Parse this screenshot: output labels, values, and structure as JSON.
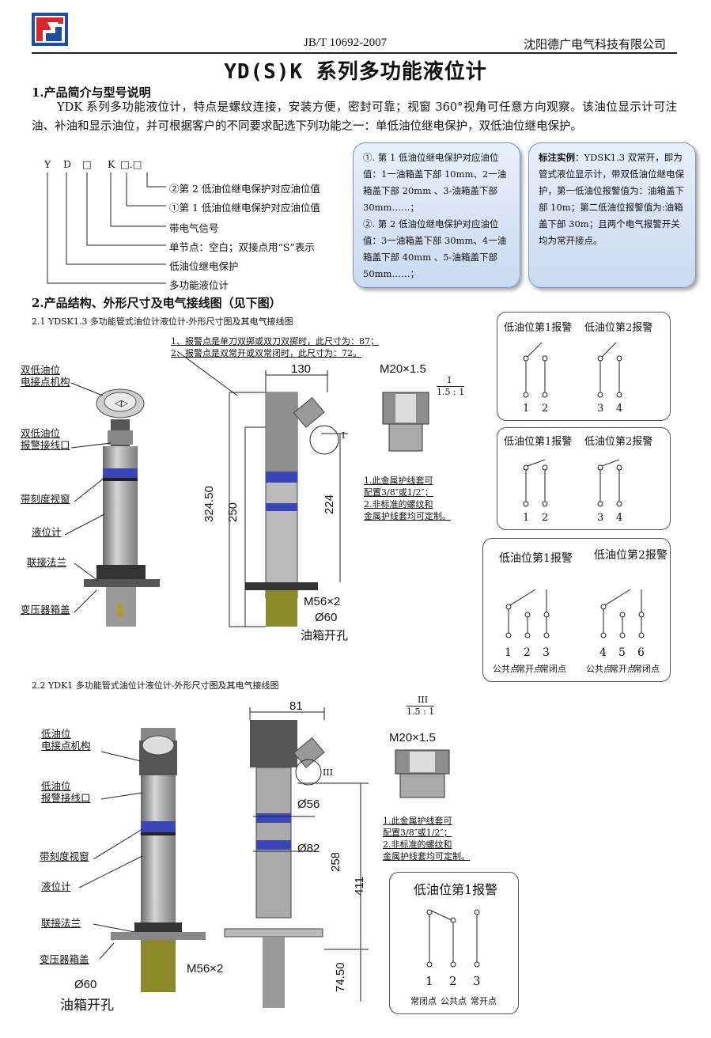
{
  "header": {
    "standard": "JB/T 10692-2007",
    "company": "沈阳德广电气科技有限公司",
    "logo_colors": {
      "red": "#d9262c",
      "blue": "#1d4fa0"
    }
  },
  "title": "YD(S)K 系列多功能液位计",
  "section1": {
    "heading": "1.产品简介与型号说明",
    "intro": "YDK 系列多功能液位计，特点是螺纹连接，安装方便，密封可靠；视窗 360°视角可任意方向观察。该油位显示计可注油、补油和显示油位，并可根据客户的不同要求配选下列功能之一：单低油位继电保护，双低油位继电保护。",
    "code_chars": [
      "Y",
      "D",
      "□",
      "K",
      "□.□"
    ],
    "code_labels": [
      "②第 2 低油位继电保护对应油位值",
      "①第 1 低油位继电保护对应油位值",
      "带电气信号",
      "单节点：空白；双接点用“S”表示",
      "低油位继电保护",
      "多功能液位计"
    ],
    "box1": [
      "①. 第 1 低油位继电保护对应油位值：1一油箱盖下部 10mm、2一油箱盖下部 20mm 、3-油箱盖下部 30mm……；",
      "②. 第 2 低油位继电保护对应油位值：3一油箱盖下部 30mm、4一油箱盖下部 40mm 、5-油箱盖下部 50mm……；"
    ],
    "box2_bold": "标注实例",
    "box2_text": "：YDSK1.3 双常开，即为管式液位显示计，带双低油位继电保护，第一低油位报警值为：油箱盖下部 10m；第二低油位报警值为:油箱盖下部 30m；且两个电气报警开关均为常开接点。"
  },
  "section2": {
    "heading": "2.产品结构、外形尺寸及电气接线图（见下图）",
    "sub1": {
      "caption": "2.1 YDSK1.3 多功能管式油位计液位计-外形尺寸图及其电气接线图",
      "notes": [
        "1、报警点是单刀双掷或双刀双掷时，此尺寸为：87；",
        "2、报警点是双常开或双常闭时，此尺寸为：72。"
      ],
      "labels": [
        "双低油位\n电接点机构",
        "双低油位\n报警接线口",
        "带刻度视窗",
        "液位计",
        "联接法兰",
        "变压器箱盖"
      ],
      "dims": {
        "width": "130",
        "h1": "324.50",
        "h2": "250",
        "h3": "224",
        "thread": "M56×2",
        "hole_dia": "Ø60",
        "hole_label": "油箱开孔",
        "detail_thread": "M20×1.5",
        "detail_id": "I",
        "detail_scale": "1.5 : 1",
        "callout": "I"
      },
      "detail_notes": [
        "1.此金属护线套可",
        "配置3/8″或1/2″；",
        "2.非标准的螺纹和",
        "金属护线套均可定制。"
      ],
      "wiring": [
        {
          "titles": [
            "低油位第1报警",
            "低油位第2报警"
          ],
          "numbers": [
            "1",
            "2",
            "3",
            "4"
          ]
        },
        {
          "titles": [
            "低油位第1报警",
            "低油位第2报警"
          ],
          "numbers": [
            "1",
            "2",
            "3",
            "4"
          ]
        },
        {
          "titles": [
            "低油位第1报警",
            "低油位第2报警"
          ],
          "numbers": [
            "1",
            "2",
            "3",
            "4",
            "5",
            "6"
          ],
          "captions": [
            "公共点",
            "常开点",
            "常闭点",
            "公共点",
            "常开点",
            "常闭点"
          ]
        }
      ]
    },
    "sub2": {
      "caption": "2.2 YDK1 多功能管式油位计液位计-外形尺寸图及其电气接线图",
      "labels": [
        "低油位\n电接点机构",
        "低油位\n报警接线口",
        "带刻度视窗",
        "液位计",
        "联接法兰",
        "变压器箱盖"
      ],
      "dims": {
        "width": "81",
        "d1": "Ø56",
        "d2": "Ø82",
        "h1": "411",
        "h2": "258",
        "h3": "74.50",
        "thread": "M56×2",
        "hole_dia": "Ø60",
        "hole_label": "油箱开孔",
        "detail_thread": "M20×1.5",
        "detail_id": "III",
        "detail_scale": "1.5 : 1",
        "callout": "III"
      },
      "detail_notes": [
        "1.此金属护线套可",
        "配置3/8″或1/2″；",
        "2.非标准的螺纹和",
        "金属护线套均可定制。"
      ],
      "wiring": {
        "title": "低油位第1报警",
        "numbers": [
          "1",
          "2",
          "3"
        ],
        "captions": [
          "常闭点",
          "公共点",
          "常开点"
        ]
      }
    }
  }
}
